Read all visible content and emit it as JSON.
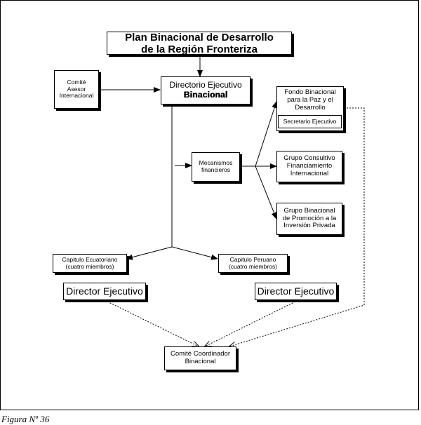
{
  "title": {
    "line1": "Plan Binacional de Desarrollo",
    "line2": "de la Región Fronteriza"
  },
  "comite_asesor": {
    "line1": "Comité",
    "line2": "Asesor",
    "line3": "Internacional"
  },
  "directorio": {
    "line1": "Directorio Ejecutivo",
    "line2": "Binacional"
  },
  "fondo": {
    "line1": "Fondo Binacional",
    "line2": "para la Paz y el",
    "line3": "Desarrollo"
  },
  "secretario": {
    "label": "Secretario Ejecutivo"
  },
  "mecanismos": {
    "line1": "Mecanismos",
    "line2": "financieros"
  },
  "grupo_consultivo": {
    "line1": "Grupo Consultivo",
    "line2": "Financiamiento",
    "line3": "Internacional"
  },
  "grupo_binacional": {
    "line1": "Grupo Binacional",
    "line2": "de Promoción a la",
    "line3": "Inversión Privada"
  },
  "capitulo_ecuatoriano": {
    "line1": "Capitulo Ecuatoriano",
    "line2": "(cuatro miembros)"
  },
  "capitulo_peruano": {
    "line1": "Capitulo Peruano",
    "line2": "(cuatro miembros)"
  },
  "director_left": {
    "label": "Director Ejecutivo"
  },
  "director_right": {
    "label": "Director Ejecutivo"
  },
  "comite_coordinador": {
    "line1": "Comité Coordinador",
    "line2": "Binacional"
  },
  "caption": "Figura Nº 36"
}
